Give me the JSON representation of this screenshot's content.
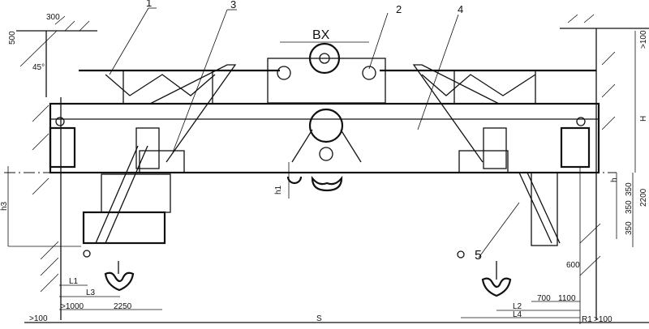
{
  "title": "Double girder overhead crane general arrangement",
  "part_labels": {
    "p1": "1",
    "p2": "2",
    "p3": "3",
    "p4": "4",
    "p5": "5"
  },
  "dimensions": {
    "bx": "BX",
    "top_300": "300",
    "top_500": "500",
    "angle": "45°",
    "h1": "h1",
    "h3": "h3",
    "H": "H",
    "top_right_clear": ">100",
    "h": "h",
    "d350a": "350",
    "d350b": "350",
    "d350c": "350",
    "d2200": "2200",
    "d600": "600",
    "d700": "700",
    "d1100": "1100",
    "L2": "L2",
    "L4": "L4",
    "R1": "R1",
    "right_clear": ">100",
    "S": "S",
    "left_clear": ">100",
    "d1000": ">1000",
    "d2250": "2250",
    "L1": "L1",
    "L3": "L3"
  }
}
